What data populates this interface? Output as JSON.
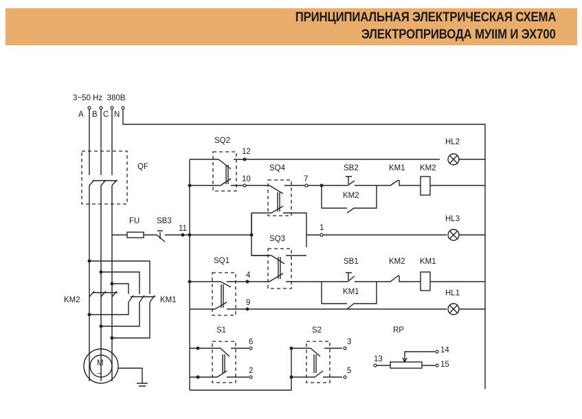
{
  "header": {
    "title_line1": "ПРИНЦИПИАЛЬНАЯ ЭЛЕКТРИЧЕСКАЯ СХЕМА",
    "title_line2": "ЭЛЕКТРОПРИВОДА МУIIМ И ЭХ700",
    "banner_color": "#e9ad6c"
  },
  "supply": {
    "spec": "3~50 Hz  380B",
    "phases": [
      "A",
      "B",
      "C",
      "N"
    ]
  },
  "components": {
    "breaker": "QF",
    "fuse": "FU",
    "stop_button": "SB3",
    "contactor_km2_power": "KM2",
    "contactor_km1_power": "KM1",
    "motor": "M",
    "motor_sub": "~",
    "limit_switches": [
      "SQ1",
      "SQ2",
      "SQ3",
      "SQ4"
    ],
    "start_buttons": [
      "SB1",
      "SB2"
    ],
    "lamps": [
      "HL1",
      "HL2",
      "HL3"
    ],
    "aux_contacts": {
      "row7_interlock": "KM1",
      "row7_coil": "KM2",
      "row7_hold": "KM2",
      "row4_interlock": "KM2",
      "row4_coil": "KM1",
      "row4_hold": "KM1"
    },
    "switches": [
      "S1",
      "S2"
    ],
    "potentiometer": "RP"
  },
  "nodes": {
    "n11": "11",
    "n12": "12",
    "n10": "10",
    "n7": "7",
    "n1": "1",
    "n4": "4",
    "n9": "9",
    "n6": "6",
    "n2": "2",
    "n3": "3",
    "n5": "5",
    "n13": "13",
    "n14": "14",
    "n15": "15"
  }
}
